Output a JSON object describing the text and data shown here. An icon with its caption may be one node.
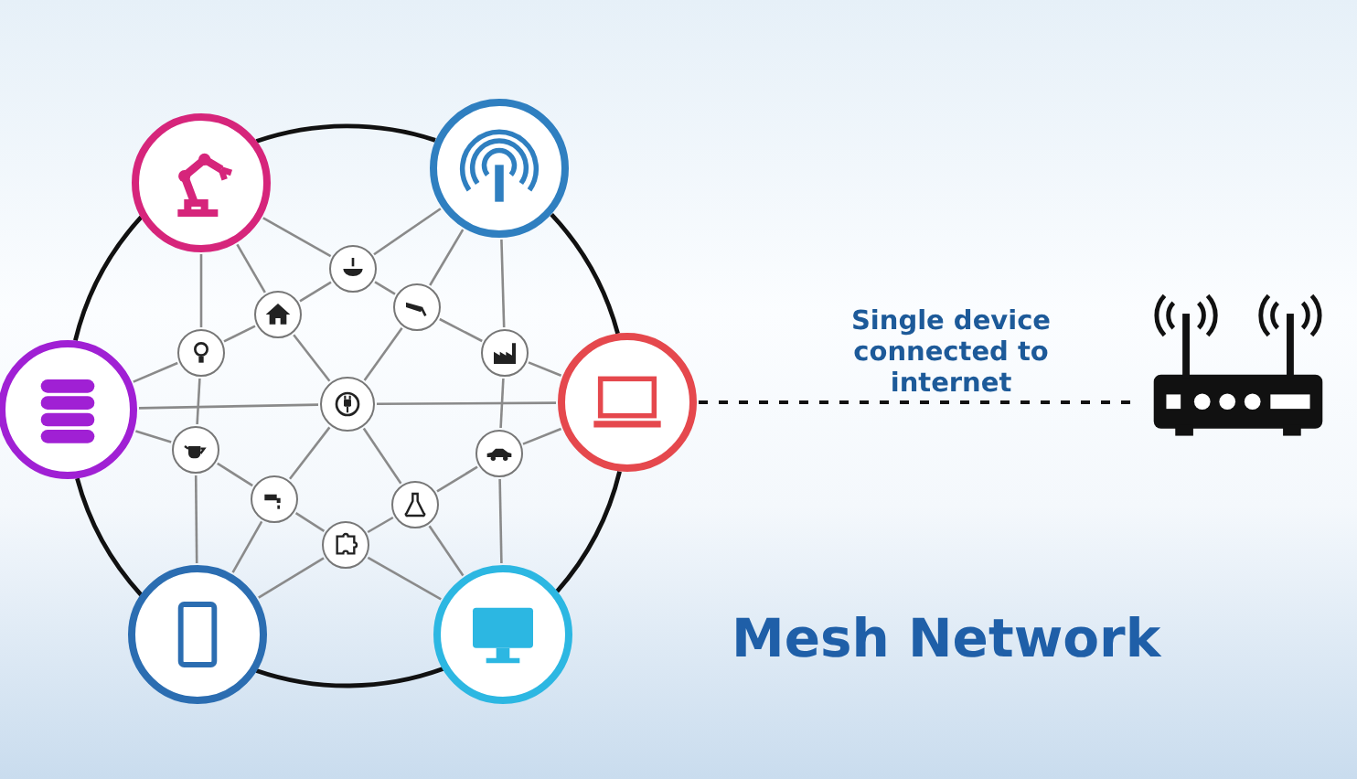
{
  "diagram": {
    "title": "Mesh Network",
    "nodes": [
      {
        "text": [],
        "shape": "picture"
      },
      {
        "text": [],
        "shape": "picture"
      },
      {
        "text": [],
        "shape": "picture"
      },
      {
        "text": [],
        "shape": "picture"
      },
      {
        "text": [],
        "shape": "picture"
      },
      {
        "text": [],
        "shape": "picture"
      },
      {
        "text": [],
        "shape": "picture"
      },
      {
        "text": [],
        "shape": "picture"
      },
      {
        "text": [],
        "shape": "picture"
      },
      {
        "text": [],
        "shape": "picture"
      },
      {
        "text": [],
        "shape": "picture"
      },
      {
        "text": [],
        "shape": "picture"
      },
      {
        "text": [],
        "shape": "picture"
      },
      {
        "text": [],
        "shape": "picture"
      },
      {
        "text": [],
        "shape": "picture"
      },
      {
        "text": [],
        "shape": "picture"
      },
      {
        "text": [],
        "shape": "picture"
      },
      {
        "text": [],
        "shape": "picture"
      }
    ],
    "edges": [
      {
        "from": 0,
        "to": 1,
        "arrow": "none",
        "color": "#111111"
      },
      {
        "from": 1,
        "to": 9,
        "arrow": "none",
        "color": "#111111"
      },
      {
        "from": 9,
        "to": 17,
        "arrow": "none",
        "color": "#111111"
      },
      {
        "from": 17,
        "to": 16,
        "arrow": "none",
        "color": "#111111"
      },
      {
        "from": 16,
        "to": 7,
        "arrow": "none",
        "color": "#111111"
      },
      {
        "from": 7,
        "to": 0,
        "arrow": "none",
        "color": "#111111"
      },
      {
        "from": 0,
        "to": 2,
        "arrow": "none"
      },
      {
        "from": 0,
        "to": 3,
        "arrow": "none"
      },
      {
        "from": 0,
        "to": 5,
        "arrow": "none"
      },
      {
        "from": 1,
        "to": 2,
        "arrow": "none"
      },
      {
        "from": 1,
        "to": 4,
        "arrow": "none"
      },
      {
        "from": 1,
        "to": 6,
        "arrow": "none"
      },
      {
        "from": 2,
        "to": 3,
        "arrow": "none"
      },
      {
        "from": 2,
        "to": 4,
        "arrow": "none"
      },
      {
        "from": 3,
        "to": 5,
        "arrow": "none"
      },
      {
        "from": 3,
        "to": 8,
        "arrow": "none"
      },
      {
        "from": 4,
        "to": 8,
        "arrow": "none"
      },
      {
        "from": 4,
        "to": 6,
        "arrow": "none"
      },
      {
        "from": 5,
        "to": 7,
        "arrow": "none"
      },
      {
        "from": 5,
        "to": 11,
        "arrow": "none"
      },
      {
        "from": 6,
        "to": 9,
        "arrow": "none"
      },
      {
        "from": 6,
        "to": 12,
        "arrow": "none"
      },
      {
        "from": 7,
        "to": 8,
        "arrow": "none"
      },
      {
        "from": 8,
        "to": 9,
        "arrow": "none"
      },
      {
        "from": 7,
        "to": 11,
        "arrow": "none"
      },
      {
        "from": 11,
        "to": 13,
        "arrow": "none"
      },
      {
        "from": 11,
        "to": 16,
        "arrow": "none"
      },
      {
        "from": 8,
        "to": 13,
        "arrow": "none"
      },
      {
        "from": 8,
        "to": 14,
        "arrow": "none"
      },
      {
        "from": 12,
        "to": 9,
        "arrow": "none"
      },
      {
        "from": 12,
        "to": 14,
        "arrow": "none"
      },
      {
        "from": 12,
        "to": 17,
        "arrow": "none"
      },
      {
        "from": 13,
        "to": 15,
        "arrow": "none"
      },
      {
        "from": 13,
        "to": 16,
        "arrow": "none"
      },
      {
        "from": 14,
        "to": 15,
        "arrow": "none"
      },
      {
        "from": 14,
        "to": 17,
        "arrow": "none"
      },
      {
        "from": 15,
        "to": 16,
        "arrow": "none"
      },
      {
        "from": 15,
        "to": 17,
        "arrow": "none"
      },
      {
        "from": 9,
        "to": 10,
        "arrow": "none",
        "label": "Single device connected to internet",
        "style": "dashed",
        "color": "#111111"
      }
    ]
  }
}
